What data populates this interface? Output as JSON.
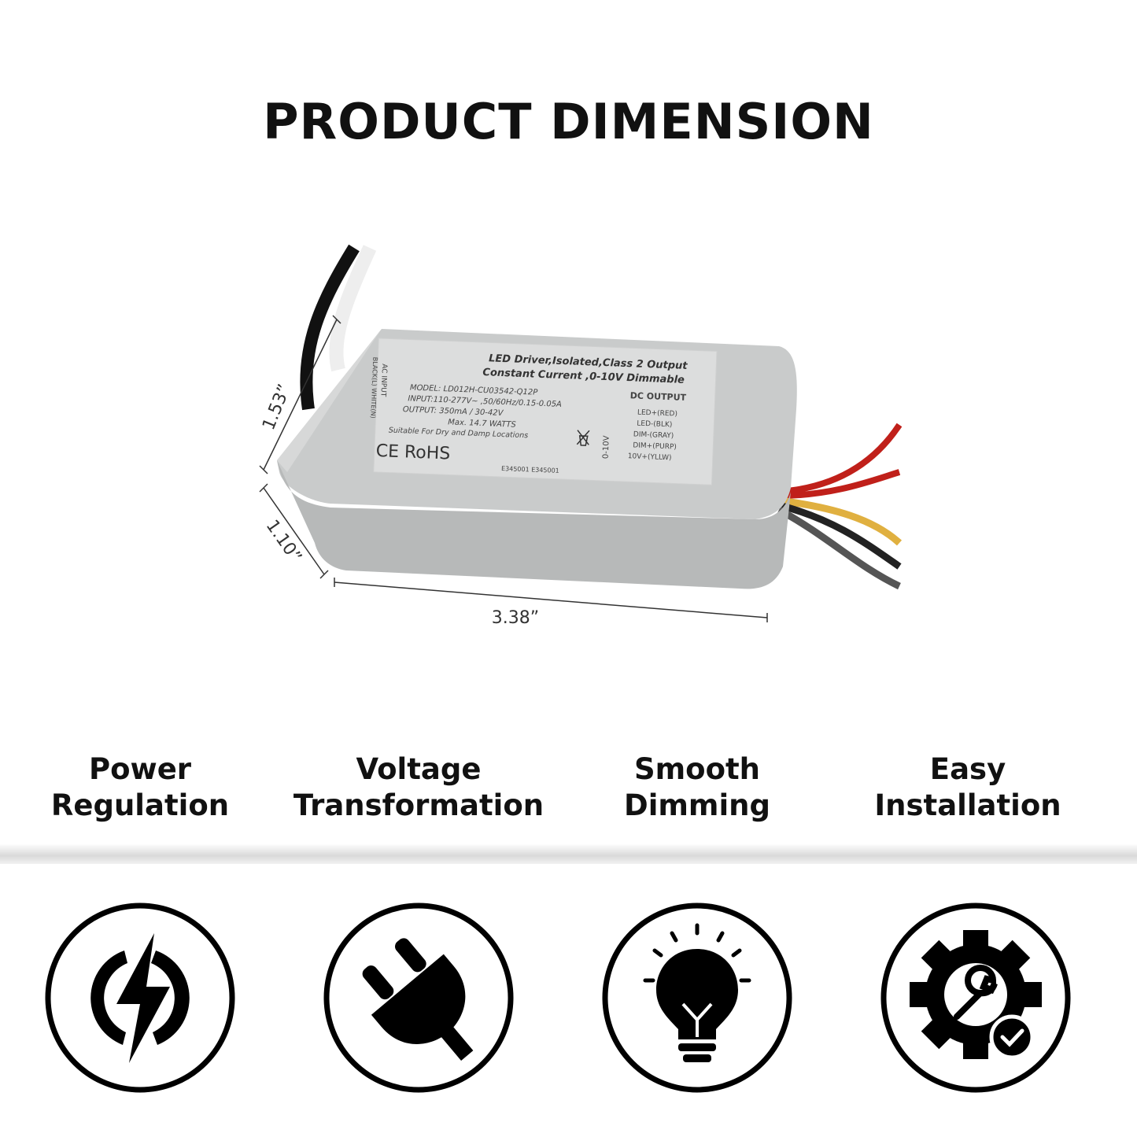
{
  "title": "PRODUCT DIMENSION",
  "product": {
    "label_line1": "LED Driver,Isolated,Class 2 Output",
    "label_line2": "Constant Current ,0-10V Dimmable",
    "model": "MODEL: LD012H-CU03542-Q12P",
    "input": "INPUT:110-277V~ ,50/60Hz/0.15-0.05A",
    "output": "OUTPUT: 350mA / 30-42V",
    "max": "Max. 14.7 WATTS",
    "suitable": "Suitable For Dry and Damp Locations",
    "certs": "CE RoHS",
    "ul_number": "E345001  E345001",
    "ac_input": "AC INPUT",
    "ac_wires": "BLACK(L) WHITE(N)",
    "dc_output": "DC OUTPUT",
    "dc_wires": [
      "LED+(RED)",
      "LED-(BLK)",
      "DIM-(GRAY)",
      "DIM+(PURP)",
      "10V+(YLLW)"
    ],
    "dim_label": "0-10V"
  },
  "dimensions": {
    "height": "1.53”",
    "width": "1.10”",
    "length": "3.38”"
  },
  "features": [
    {
      "line1": "Power",
      "line2": "Regulation",
      "icon": "power-bolt-icon"
    },
    {
      "line1": "Voltage",
      "line2": "Transformation",
      "icon": "plug-icon"
    },
    {
      "line1": "Smooth",
      "line2": "Dimming",
      "icon": "light-bulb-icon"
    },
    {
      "line1": "Easy",
      "line2": "Installation",
      "icon": "gear-wrench-icon"
    }
  ]
}
